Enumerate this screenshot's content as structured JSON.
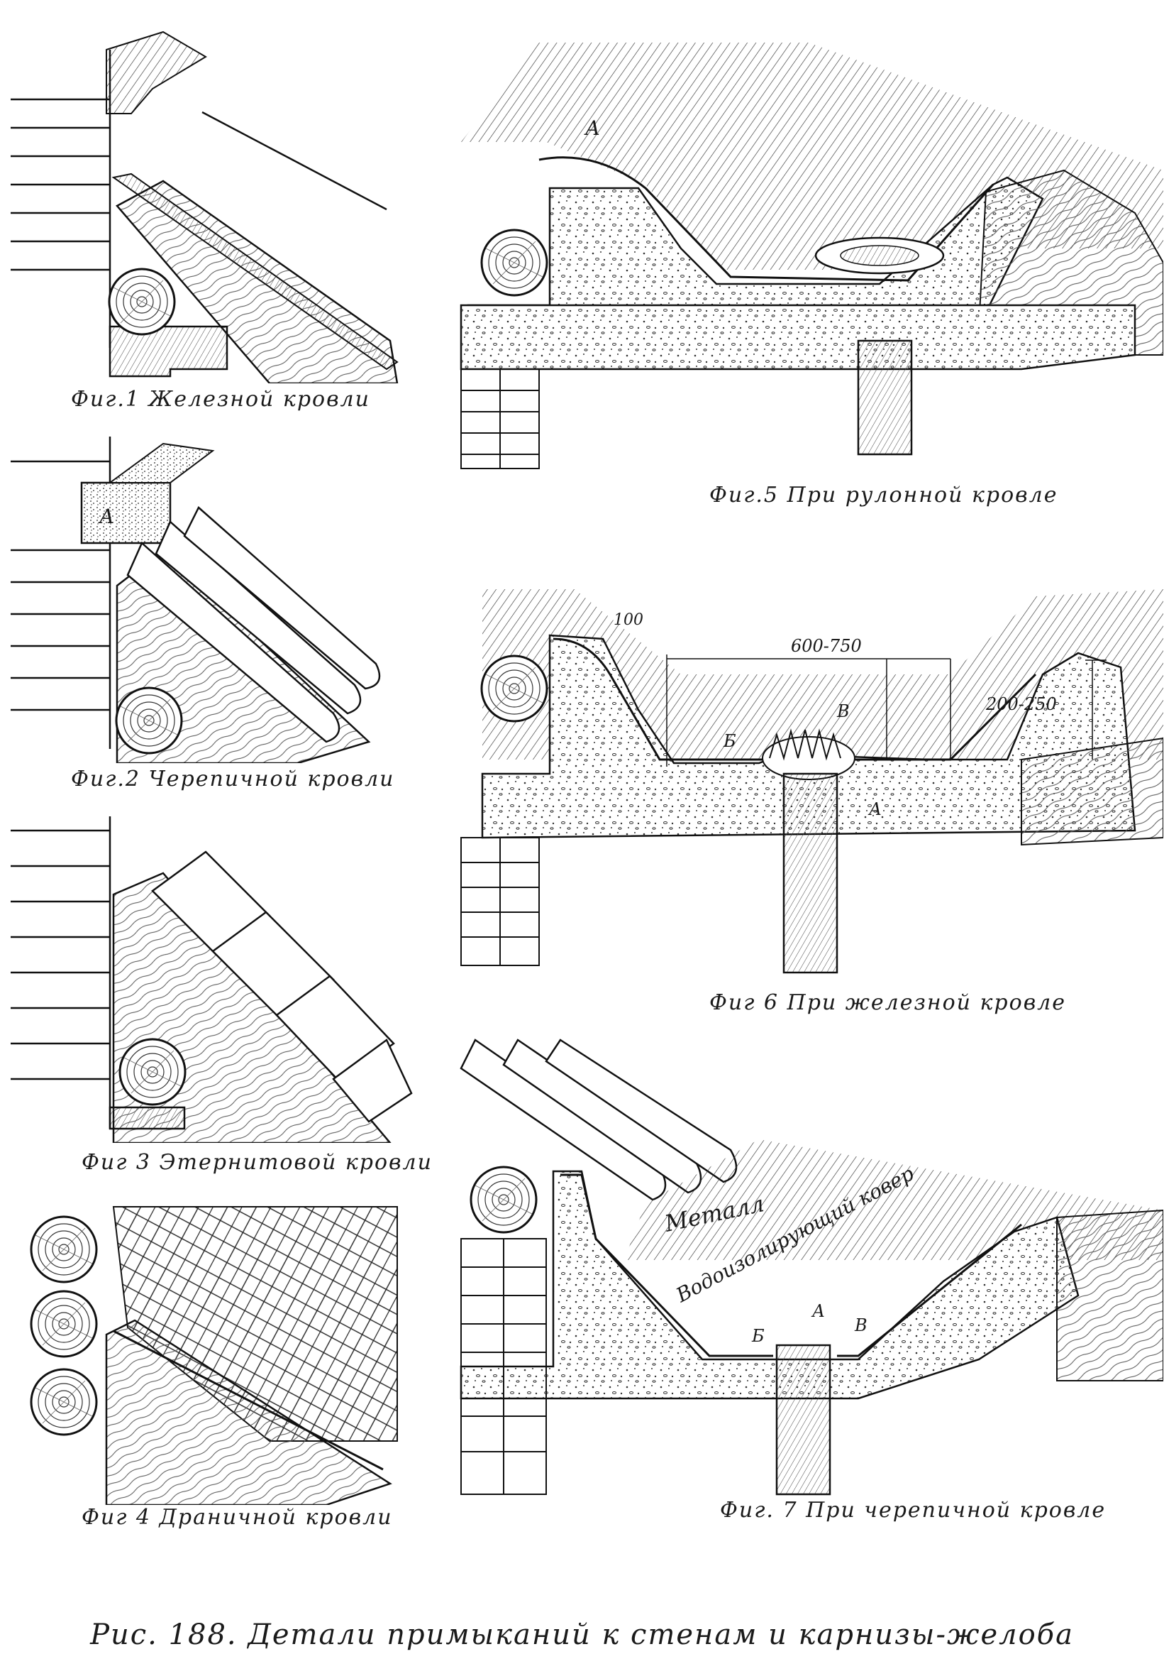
{
  "figures": [
    {
      "id": "fig1",
      "caption": "Фиг.1 Железной кровли",
      "labels": []
    },
    {
      "id": "fig2",
      "caption": "Фиг.2 Черепичной кровли",
      "labels": [
        "А"
      ]
    },
    {
      "id": "fig3",
      "caption": "Фиг 3 Этернитовой кровли",
      "labels": []
    },
    {
      "id": "fig4",
      "caption": "Фиг 4 Драничной кровли",
      "labels": []
    },
    {
      "id": "fig5",
      "caption": "Фиг.5 При рулонной кровле",
      "labels": [
        "А"
      ]
    },
    {
      "id": "fig6",
      "caption": "Фиг 6 При железной кровле",
      "labels": [
        "100",
        "600-750",
        "200-250",
        "Б",
        "В",
        "А"
      ]
    },
    {
      "id": "fig7",
      "caption": "Фиг. 7 При черепичной кровле",
      "labels": [
        "Металл",
        "Водоизолирующий ковер",
        "Б",
        "А",
        "В"
      ]
    }
  ],
  "main_caption": "Рис. 188. Детали примыканий к стенам и карнизы-желоба"
}
